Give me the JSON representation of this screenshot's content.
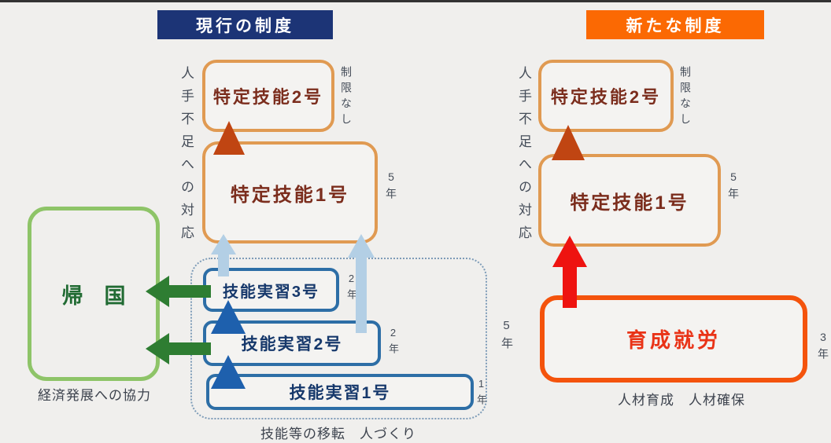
{
  "colors": {
    "bg": "#f0efed",
    "navy": "#1c3476",
    "orange-header": "#fb6903",
    "orange-border": "#e09a52",
    "maroon": "#7b2d1d",
    "blue-border": "#2d6ea6",
    "navy-text": "#16386b",
    "dotted": "#7e9cb8",
    "light-blue": "#b3cfe5",
    "mid-blue": "#1e60ad",
    "green-border": "#8ec468",
    "green-text": "#216b33",
    "green-arrow": "#2e7d32",
    "red-arrow": "#ee1310",
    "dark-orange-arrow": "#c04512",
    "ikusei-border": "#f4530c",
    "ikusei-text": "#e93317",
    "gray-text": "#454d59",
    "box-bg": "#f4f3f1"
  },
  "headers": {
    "current": "現行の制度",
    "new": "新たな制度"
  },
  "current": {
    "side_label": "人手不足への対応",
    "tokutei2": {
      "label": "特定技能2号",
      "duration": "制限なし"
    },
    "tokutei1": {
      "label": "特定技能1号",
      "duration": "5年"
    },
    "jisshu_group": {
      "duration": "5年",
      "caption": "技能等の移転　人づくり"
    },
    "jisshu3": {
      "label": "技能実習3号",
      "duration": "2年"
    },
    "jisshu2": {
      "label": "技能実習2号",
      "duration": "2年"
    },
    "jisshu1": {
      "label": "技能実習1号",
      "duration": "1年"
    },
    "kikoku": {
      "label": "帰　国",
      "caption": "経済発展への協力"
    }
  },
  "new": {
    "side_label": "人手不足への対応",
    "tokutei2": {
      "label": "特定技能2号",
      "duration": "制限なし"
    },
    "tokutei1": {
      "label": "特定技能1号",
      "duration": "5年"
    },
    "ikusei": {
      "label": "育成就労",
      "duration": "3年",
      "caption": "人材育成　人材確保"
    }
  }
}
